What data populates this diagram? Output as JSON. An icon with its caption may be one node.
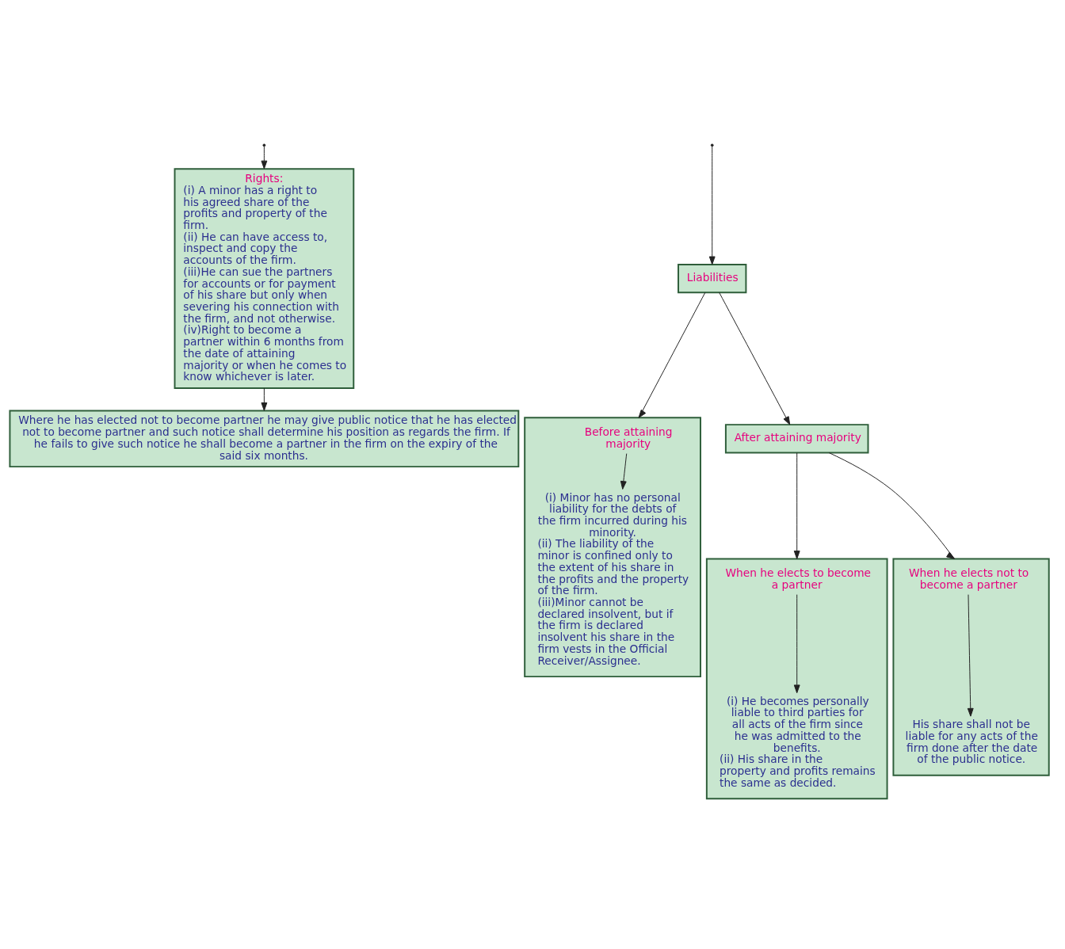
{
  "diagram": {
    "nodes": [
      {
        "text": [
          "Rights:",
          "(i) A minor has a right to his agreed share of the profits and property of the firm.",
          "(ii) He can have access to, inspect and copy the accounts of the firm.",
          "(iii)He can sue the partners for accounts or for payment of his share but only when severing his connection with the firm, and not otherwise.",
          "(iv)Right to become a partner within 6 months from the date of attaining majority or when he comes to know whichever is later."
        ]
      },
      {
        "text": [
          "Liabilities"
        ]
      },
      {
        "text": [],
        "shape": "box"
      },
      {
        "text": [
          "Before attaining majority"
        ],
        "in": 2
      },
      {
        "text": [
          "(i) Minor has no personal liability for the debts of the firm incurred during his minority.",
          "(ii) The liability of the minor is confined only to the extent of his share in the profits and the property of the firm.",
          "(iii)Minor cannot be declared insolvent, but if the firm is declared insolvent his share in the firm vests in the Official Receiver/Assignee."
        ],
        "in": 2
      },
      {
        "text": [
          "After attaining majority"
        ]
      },
      {
        "text": [],
        "shape": "box"
      },
      {
        "text": [
          "When he elects to become a partner"
        ],
        "in": 6
      },
      {
        "text": [
          "(i) He becomes personally liable to third parties for all acts of the firm since he was admitted to the benefits.",
          "(ii) His share in the property and profits remains the same as decided."
        ],
        "in": 6
      },
      {
        "text": [],
        "shape": "box"
      },
      {
        "text": [
          "When he elects not to become a partner"
        ],
        "in": 9
      },
      {
        "text": [
          "His share shall not be liable for any acts of the firm done after the date of the public notice."
        ],
        "in": 9
      },
      {
        "text": [
          "Where he has elected not to become partner he may give public notice that he has elected not to become partner and such notice shall determine his position as regards the firm. If he fails to give such notice he shall become a partner in the firm on the expiry of the said six months."
        ]
      }
    ],
    "edges": [
      {
        "from": null,
        "to": 0,
        "arrow": "to"
      },
      {
        "from": null,
        "to": 1,
        "arrow": "to"
      },
      {
        "from": 1,
        "to": 2,
        "arrow": "to"
      },
      {
        "from": 3,
        "to": 4,
        "arrow": "to"
      },
      {
        "from": 1,
        "to": 5,
        "arrow": "to"
      },
      {
        "from": 5,
        "to": 6,
        "arrow": "to"
      },
      {
        "from": 5,
        "to": 9,
        "arrow": "to"
      },
      {
        "from": 7,
        "to": 8,
        "arrow": "to"
      },
      {
        "from": 10,
        "to": 11,
        "arrow": "to"
      },
      {
        "from": 0,
        "to": 12,
        "arrow": "to"
      }
    ]
  }
}
